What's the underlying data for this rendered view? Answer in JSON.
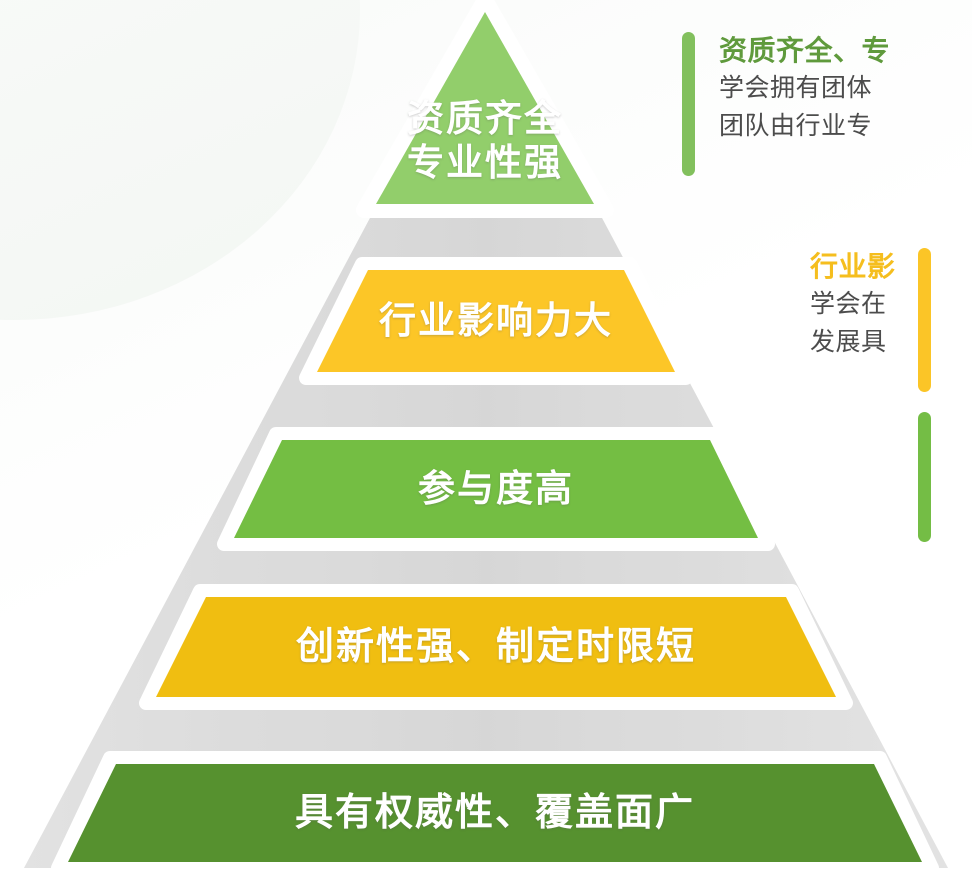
{
  "diagram": {
    "type": "pyramid",
    "title_visible": false,
    "background_color": "#ffffff",
    "accent_colors": {
      "light_green": "#92ce6b",
      "green": "#74be43",
      "dark_green": "#56912f",
      "gold": "#fcc627",
      "deep_gold": "#f0be11",
      "shadow_gray": "#d0d0d0",
      "body_text": "#4c4c4c"
    }
  },
  "pyramid": {
    "tiers": [
      {
        "index": 1,
        "label": "资质齐全\n专业性强",
        "fill": "#92ce6b",
        "shape": "triangle"
      },
      {
        "index": 2,
        "label": "行业影响力大",
        "fill": "#fcc627",
        "shape": "trapezoid"
      },
      {
        "index": 3,
        "label": "参与度高",
        "fill": "#74be43",
        "shape": "trapezoid"
      },
      {
        "index": 4,
        "label": "创新性强、制定时限短",
        "fill": "#f0be11",
        "shape": "trapezoid"
      },
      {
        "index": 5,
        "label": "具有权威性、覆盖面广",
        "fill": "#56912f",
        "shape": "trapezoid"
      }
    ]
  },
  "annotations": [
    {
      "index": 1,
      "bar_color": "#82c05d",
      "title": "资质齐全、专",
      "title_color": "#5f9a3c",
      "lines": [
        "学会拥有团体",
        "团队由行业专"
      ],
      "clipped": true
    },
    {
      "index": 2,
      "bar_color": "#fbc527",
      "title": "行业影",
      "title_color": "#f5be1e",
      "lines": [
        "学会在",
        "发展具"
      ],
      "clipped": true
    },
    {
      "index": 3,
      "bar_color": "#74bd45",
      "title": "",
      "title_color": "#5f9a3c",
      "lines": [],
      "clipped": true
    }
  ]
}
